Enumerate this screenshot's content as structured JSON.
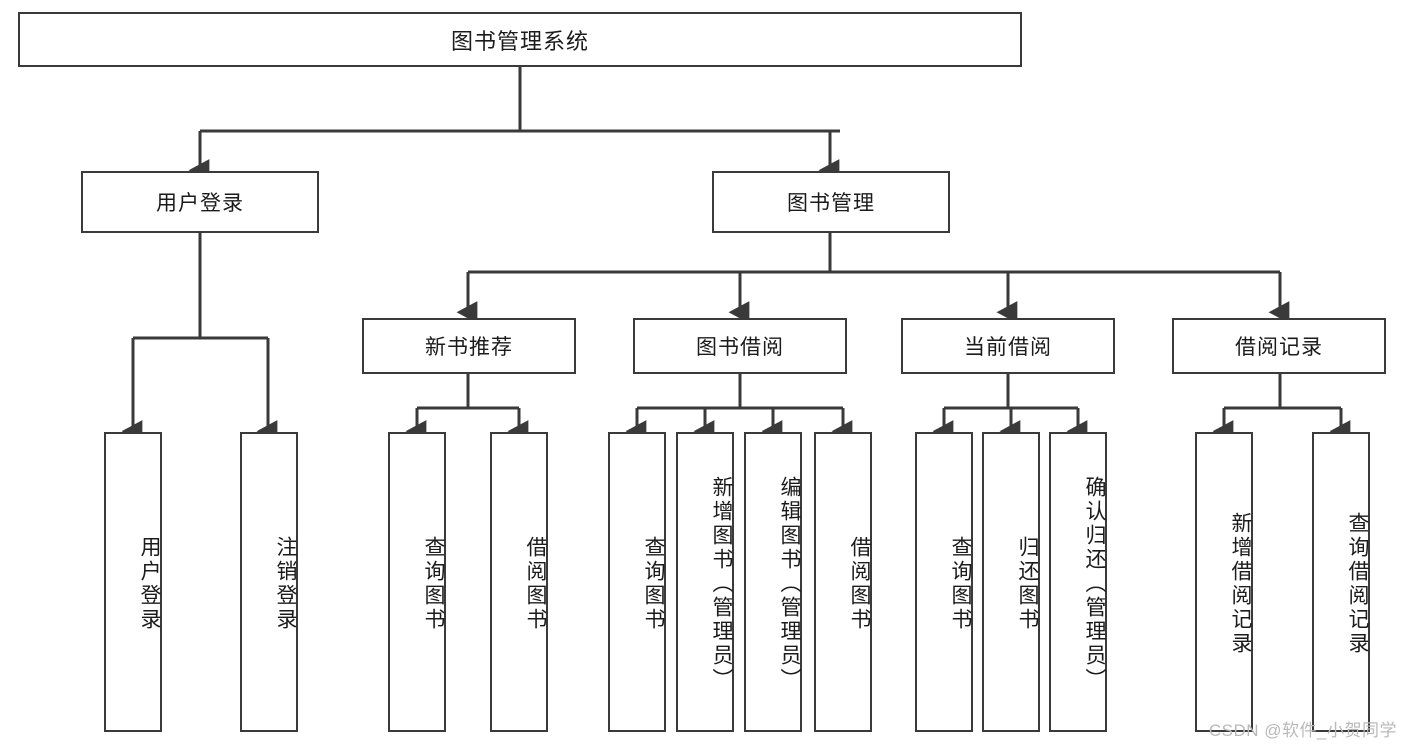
{
  "diagram": {
    "type": "tree-structure-chart",
    "title": "图书管理系统",
    "watermark": "CSDN @软件_小贺同学",
    "colors": {
      "box_border": "#3a3a3a",
      "box_fill": "#ffffff",
      "edge": "#3a3a3a",
      "text": "#1b1b1b",
      "watermark": "#b9b9b9"
    },
    "root": {
      "label": "图书管理系统"
    },
    "level1": [
      {
        "id": "user-login",
        "label": "用户登录"
      },
      {
        "id": "book-manage",
        "label": "图书管理"
      }
    ],
    "level2": [
      {
        "id": "new-book-recommend",
        "label": "新书推荐",
        "parent": "book-manage"
      },
      {
        "id": "book-borrow",
        "label": "图书借阅",
        "parent": "book-manage"
      },
      {
        "id": "current-borrow",
        "label": "当前借阅",
        "parent": "book-manage"
      },
      {
        "id": "borrow-record",
        "label": "借阅记录",
        "parent": "book-manage"
      }
    ],
    "leaves": {
      "user_login": [
        {
          "id": "leaf-user-login",
          "label": "用户登录"
        },
        {
          "id": "leaf-logout",
          "label": "注销登录"
        }
      ],
      "new_book_recommend": [
        {
          "id": "leaf-query-book-1",
          "label": "查询图书"
        },
        {
          "id": "leaf-borrow-book-1",
          "label": "借阅图书"
        }
      ],
      "book_borrow": [
        {
          "id": "leaf-query-book-2",
          "label": "查询图书"
        },
        {
          "id": "leaf-add-book",
          "label": "新增图书（管理员）"
        },
        {
          "id": "leaf-edit-book",
          "label": "编辑图书（管理员）"
        },
        {
          "id": "leaf-borrow-book-2",
          "label": "借阅图书"
        }
      ],
      "current_borrow": [
        {
          "id": "leaf-query-book-3",
          "label": "查询图书"
        },
        {
          "id": "leaf-return-book",
          "label": "归还图书"
        },
        {
          "id": "leaf-confirm-return",
          "label": "确认归还（管理员）"
        }
      ],
      "borrow_record": [
        {
          "id": "leaf-add-record",
          "label": "新增借阅记录"
        },
        {
          "id": "leaf-query-record",
          "label": "查询借阅记录"
        }
      ]
    }
  }
}
